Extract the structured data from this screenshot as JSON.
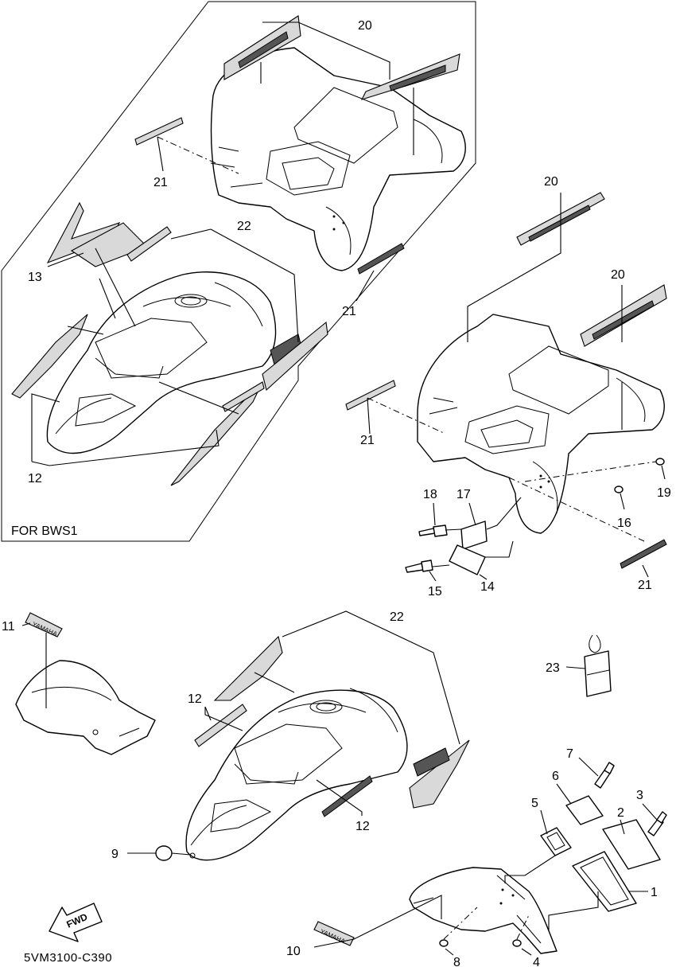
{
  "diagram": {
    "box_label": "FOR BWS1",
    "document_code": "5VM3100-C390",
    "fwd_label": "FWD",
    "decal_brand_text": "YAMAHA",
    "callouts": {
      "c1": "1",
      "c2": "2",
      "c3": "3",
      "c4": "4",
      "c5": "5",
      "c6": "6",
      "c7": "7",
      "c8": "8",
      "c9": "9",
      "c10": "10",
      "c11": "11",
      "c12a": "12",
      "c12b": "12",
      "c12c": "12",
      "c13": "13",
      "c14": "14",
      "c15": "15",
      "c16": "16",
      "c17": "17",
      "c18": "18",
      "c19": "19",
      "c20a": "20",
      "c20b": "20",
      "c20c": "20",
      "c21a": "21",
      "c21b": "21",
      "c21c": "21",
      "c21d": "21",
      "c22a": "22",
      "c22b": "22",
      "c23": "23"
    }
  }
}
